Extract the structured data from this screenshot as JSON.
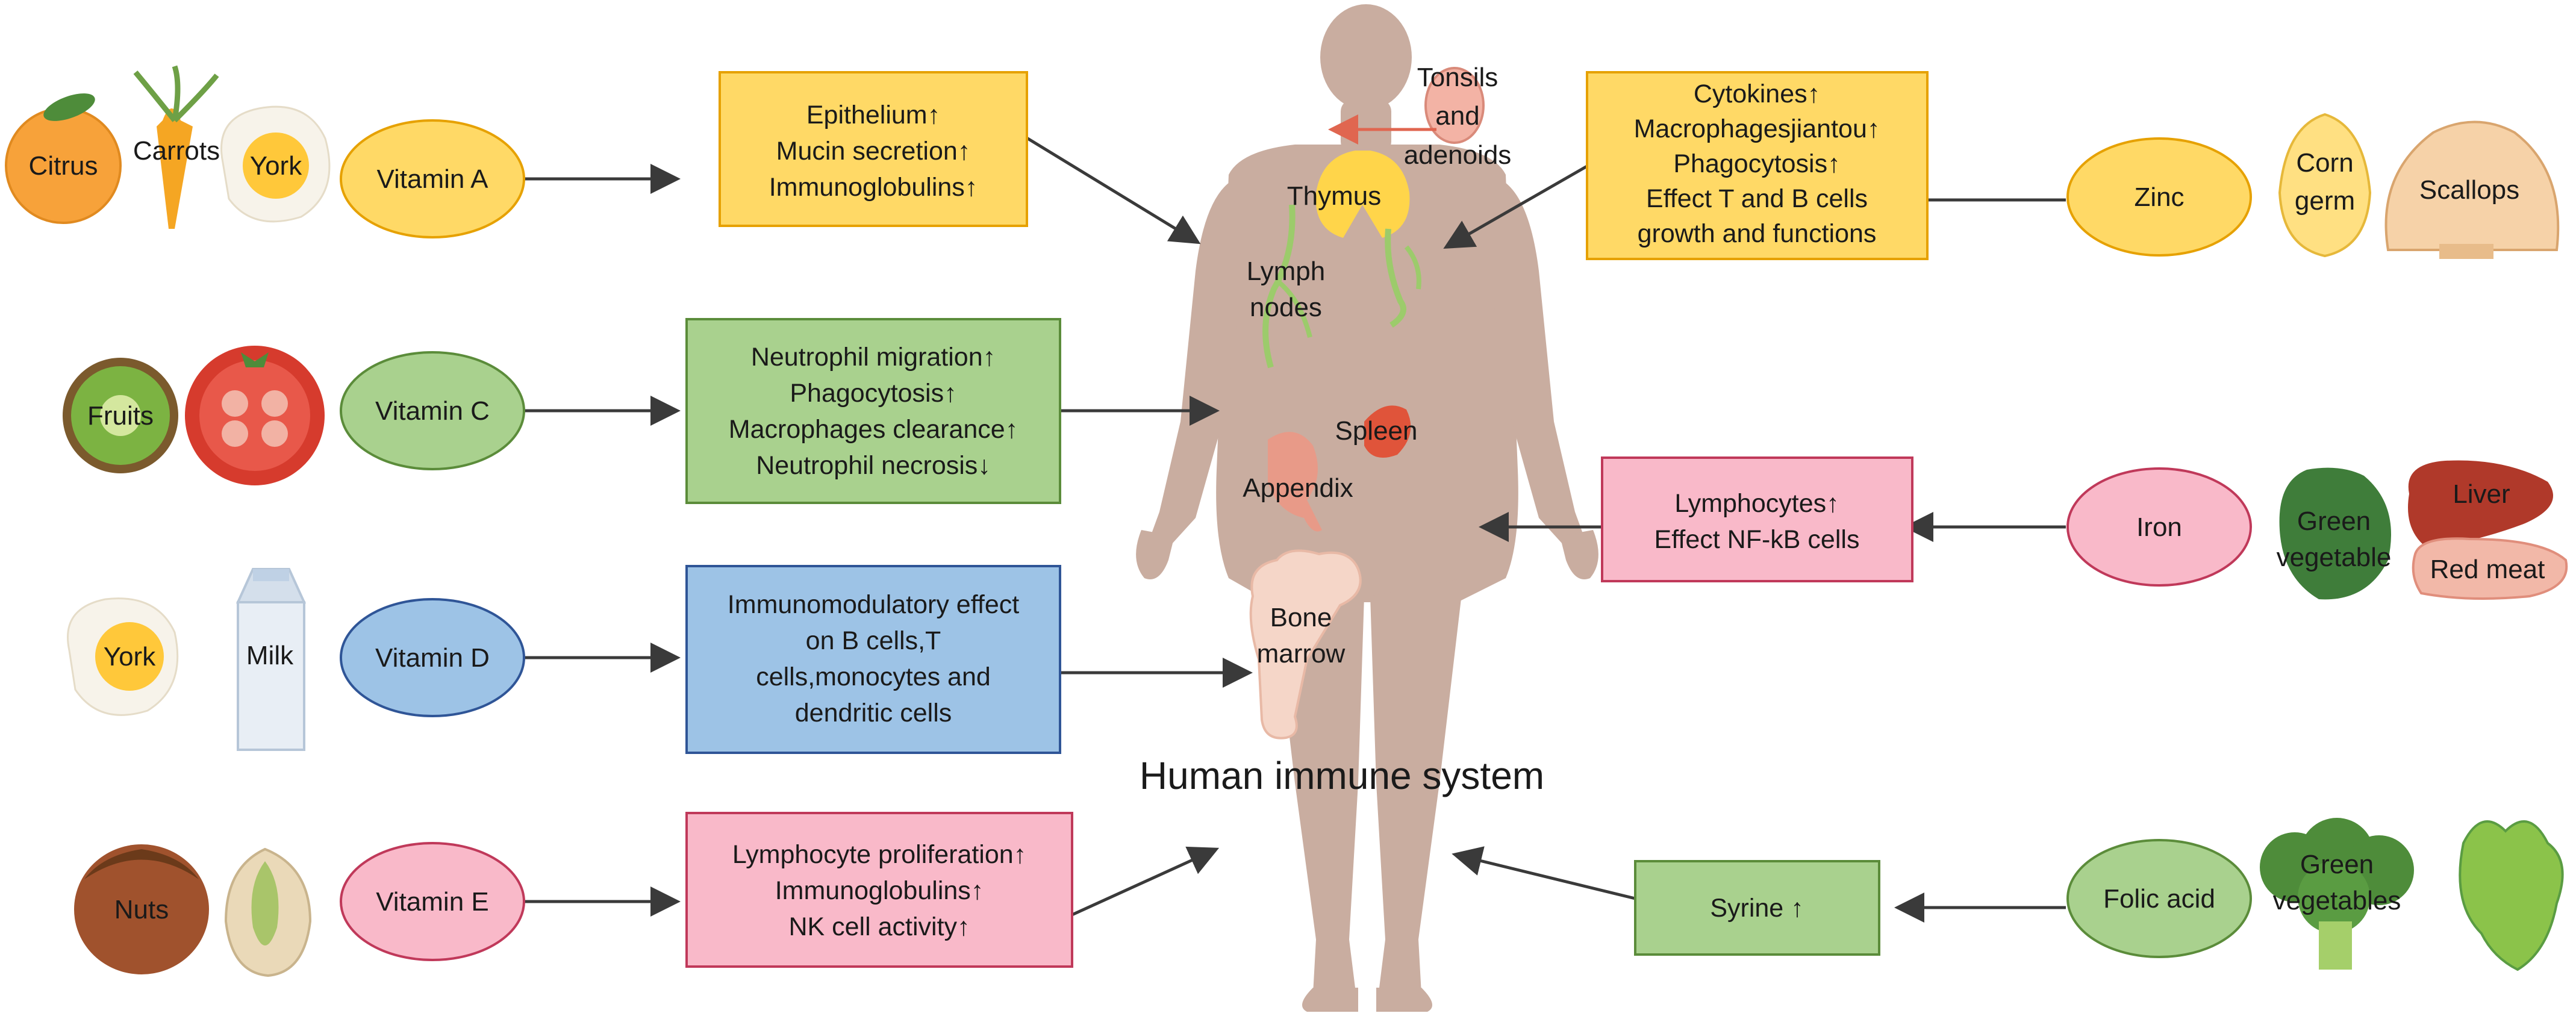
{
  "title": "Human immune system",
  "colors": {
    "yellow_fill": "#FFD966",
    "yellow_stroke": "#E6A100",
    "green_fill": "#A9D18E",
    "green_stroke": "#5B8C3A",
    "blue_fill": "#9DC3E6",
    "blue_stroke": "#2F5597",
    "pink_fill": "#F9B9C9",
    "pink_stroke": "#C0395A",
    "body": "#C9ADA0",
    "lymph": "#9CCB6B",
    "arrow": "#3a3a3a"
  },
  "nutrients": {
    "vitamin_a": "Vitamin A",
    "vitamin_c": "Vitamin C",
    "vitamin_d": "Vitamin D",
    "vitamin_e": "Vitamin E",
    "zinc": "Zinc",
    "iron": "Iron",
    "folic_acid": "Folic acid"
  },
  "foods": {
    "citrus": "Citrus",
    "carrots": "Carrots",
    "york_a": "York",
    "fruits": "Fruits",
    "york_d": "York",
    "milk": "Milk",
    "nuts": "Nuts",
    "corn_line1": "Corn",
    "corn_line2": "germ",
    "scallops": "Scallops",
    "green_veg_line1": "Green",
    "green_veg_line2": "vegetable",
    "liver": "Liver",
    "red_meat": "Red meat",
    "green_vegs_line1": "Green",
    "green_vegs_line2": "vegetables"
  },
  "effects": {
    "vitamin_a": [
      "Epithelium↑",
      "Mucin secretion↑",
      "Immunoglobulins↑"
    ],
    "vitamin_c": [
      "Neutrophil migration↑",
      "Phagocytosis↑",
      "Macrophages clearance↑",
      "Neutrophil necrosis↓"
    ],
    "vitamin_d": [
      "Immunomodulatory effect",
      "on B cells,T",
      "cells,monocytes and",
      "dendritic cells"
    ],
    "vitamin_e": [
      "Lymphocyte proliferation↑",
      "Immunoglobulins↑",
      "NK cell activity↑"
    ],
    "zinc": [
      "Cytokines↑",
      "Macrophagesjiantou↑",
      "Phagocytosis↑",
      "Effect T and B cells",
      "growth and functions"
    ],
    "iron": [
      "Lymphocytes↑",
      "Effect NF-kB cells"
    ],
    "folic_acid": [
      "Syrine ↑"
    ]
  },
  "organs": {
    "tonsils": [
      "Tonsils",
      "and",
      "adenoids"
    ],
    "thymus": "Thymus",
    "lymph": [
      "Lymph",
      "nodes"
    ],
    "spleen": "Spleen",
    "appendix": "Appendix",
    "bone_marrow": [
      "Bone",
      "marrow"
    ]
  }
}
